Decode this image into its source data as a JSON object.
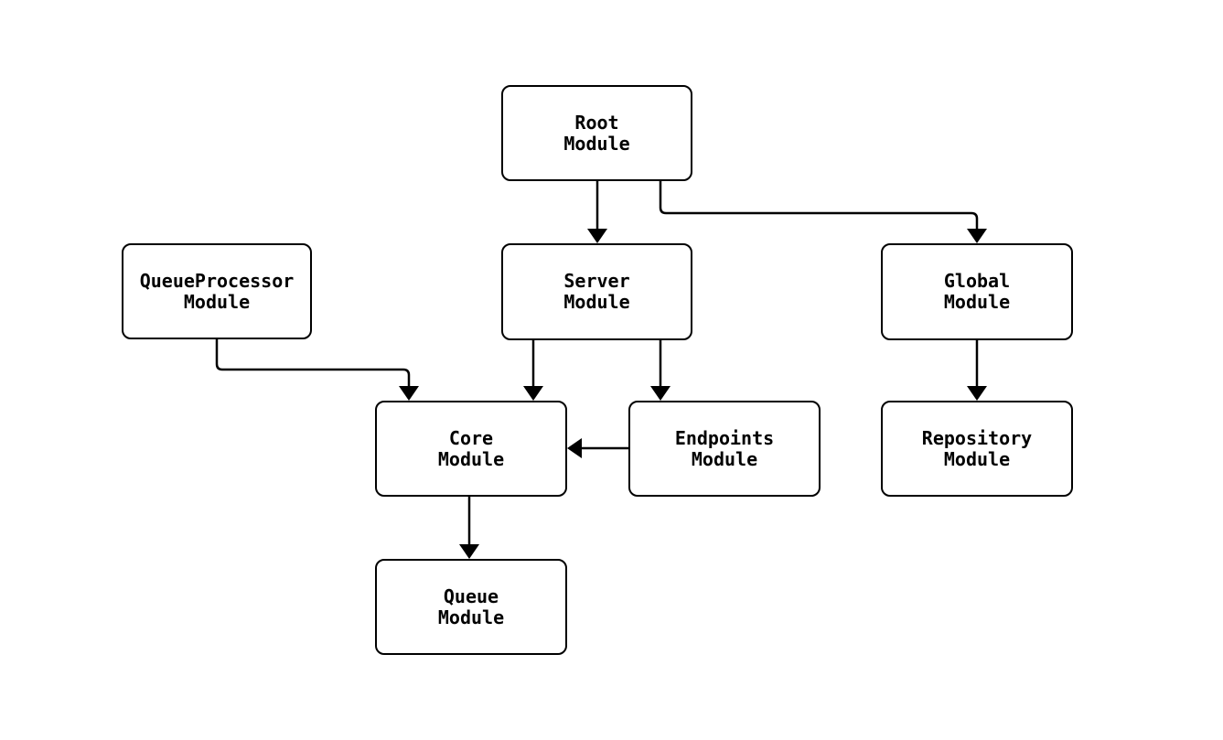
{
  "diagram": {
    "type": "module-dependency-flowchart",
    "background_color": "#ffffff",
    "stroke_color": "#000000",
    "nodes": {
      "root": {
        "label": "Root\nModule"
      },
      "queueprocessor": {
        "label": "QueueProcessor\nModule"
      },
      "server": {
        "label": "Server\nModule"
      },
      "global": {
        "label": "Global\nModule"
      },
      "core": {
        "label": "Core\nModule"
      },
      "endpoints": {
        "label": "Endpoints\nModule"
      },
      "repository": {
        "label": "Repository\nModule"
      },
      "queue": {
        "label": "Queue\nModule"
      }
    },
    "edges": [
      {
        "from": "Root Module",
        "to": "Server Module"
      },
      {
        "from": "Root Module",
        "to": "Global Module"
      },
      {
        "from": "QueueProcessor Module",
        "to": "Core Module"
      },
      {
        "from": "Server Module",
        "to": "Core Module"
      },
      {
        "from": "Server Module",
        "to": "Endpoints Module"
      },
      {
        "from": "Endpoints Module",
        "to": "Core Module"
      },
      {
        "from": "Global Module",
        "to": "Repository Module"
      },
      {
        "from": "Core Module",
        "to": "Queue Module"
      }
    ]
  }
}
